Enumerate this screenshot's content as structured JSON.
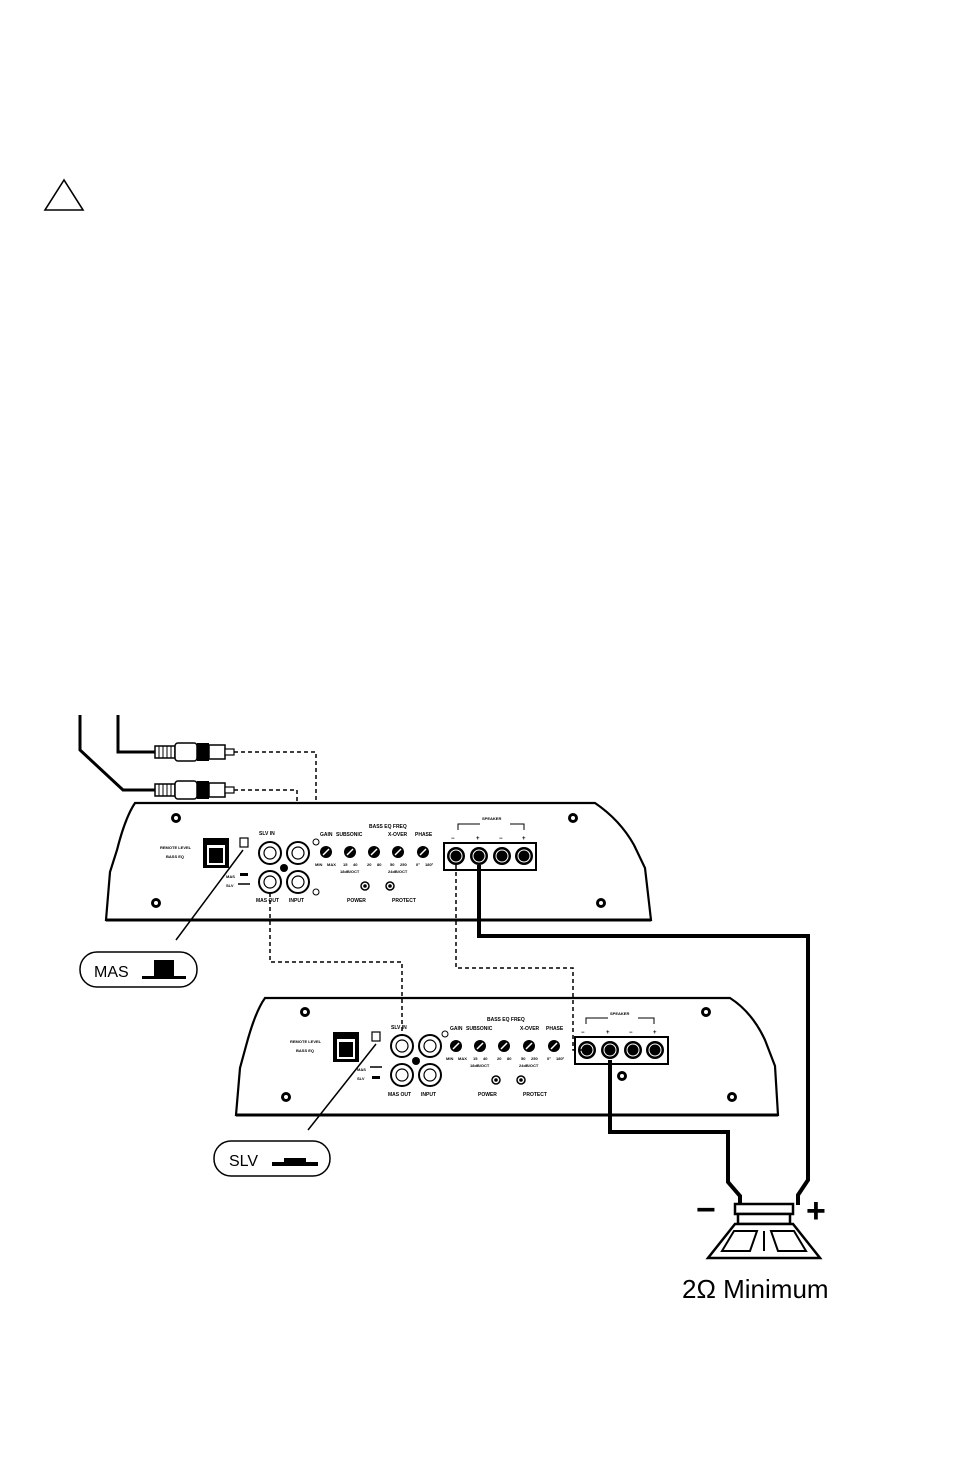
{
  "warning_icon": {
    "name": "warning-triangle-icon"
  },
  "amp": {
    "remote_level": "REMOTE LEVEL",
    "bass_eq": "BASS EQ",
    "slv_in": "SLV IN",
    "mas_out": "MAS OUT",
    "input": "INPUT",
    "bass_eq_freq": "BASS EQ FREQ",
    "gain": "GAIN",
    "subsonic": "SUBSONIC",
    "x_over": "X-OVER",
    "phase": "PHASE",
    "min": "MIN",
    "max": "MAX",
    "sub_15": "15",
    "sub_40": "40",
    "sub_slope": "18dB/OCT",
    "bq_20": "20",
    "bq_80": "80",
    "xo_50": "50",
    "xo_250": "250",
    "xo_slope": "24dB/OCT",
    "ph_0": "0°",
    "ph_180": "180°",
    "power": "POWER",
    "protect": "PROTECT",
    "speaker": "SPEAKER",
    "minus": "−",
    "plus": "+",
    "sw_mas": "MAS",
    "sw_slv": "SLV"
  },
  "switch_master": "MAS",
  "switch_slave": "SLV",
  "speaker": {
    "neg": "−",
    "pos": "+",
    "impedance": "2Ω Minimum"
  }
}
